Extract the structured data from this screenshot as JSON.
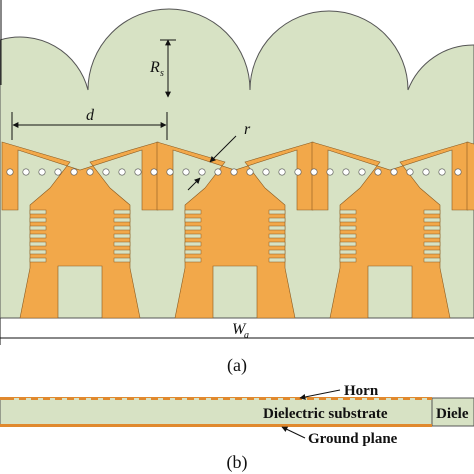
{
  "figure_a": {
    "caption": "(a)",
    "dimensions": {
      "rs_label": "R",
      "rs_sub": "s",
      "d_label": "d",
      "r_label": "r",
      "wa_label": "W",
      "wa_sub": "a"
    },
    "colors": {
      "substrate": "#d7e2c4",
      "metal": "#f2a84a",
      "outline": "#555555"
    },
    "units": 4
  },
  "figure_b": {
    "caption": "(b)",
    "labels": {
      "horn": "Horn",
      "substrate": "Dielectric substrate",
      "substrate_cut": "Diele",
      "ground": "Ground plane"
    },
    "colors": {
      "substrate": "#d7e2c4",
      "metal": "#e0892e"
    }
  }
}
